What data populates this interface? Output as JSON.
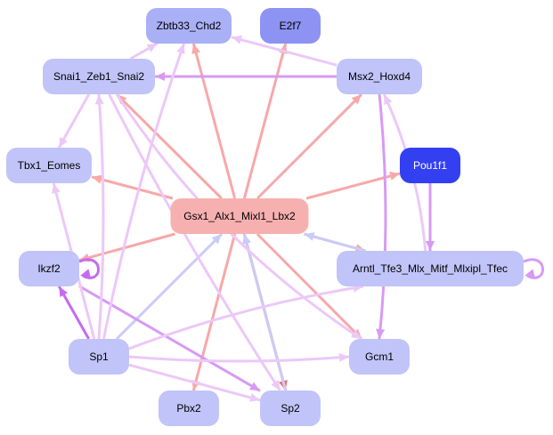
{
  "colors": {
    "node_light": "#c0c4f8",
    "node_mid": "#a9b0f6",
    "node_dark": "#8c93f2",
    "node_blue": "#3340f2",
    "node_hub": "#f7b0b0",
    "text_dark": "#000000",
    "text_light": "#ffffff",
    "edge_pink": "#f7a8a8",
    "edge_red": "#f06c6c",
    "edge_lilac": "#ecc8f8",
    "edge_violet": "#d79af4",
    "edge_purple": "#c66af0",
    "edge_blue": "#c9ccf8"
  },
  "nodes": [
    {
      "id": "zbtb33_chd2",
      "label": "Zbtb33_Chd2",
      "color": "node_mid"
    },
    {
      "id": "e2f7",
      "label": "E2f7",
      "color": "node_dark"
    },
    {
      "id": "snai1_zeb1_snai2",
      "label": "Snai1_Zeb1_Snai2",
      "color": "node_light"
    },
    {
      "id": "msx2_hoxd4",
      "label": "Msx2_Hoxd4",
      "color": "node_light"
    },
    {
      "id": "tbx1_eomes",
      "label": "Tbx1_Eomes",
      "color": "node_light"
    },
    {
      "id": "pou1f1",
      "label": "Pou1f1",
      "color": "node_blue",
      "text": "text_light"
    },
    {
      "id": "gsx1_hub",
      "label": "Gsx1_Alx1_Mixl1_Lbx2",
      "color": "node_hub"
    },
    {
      "id": "ikzf2",
      "label": "Ikzf2",
      "color": "node_light"
    },
    {
      "id": "arntl_tfe3",
      "label": "Arntl_Tfe3_Mlx_Mitf_Mlxipl_Tfec",
      "color": "node_light"
    },
    {
      "id": "sp1",
      "label": "Sp1",
      "color": "node_light"
    },
    {
      "id": "gcm1",
      "label": "Gcm1",
      "color": "node_light"
    },
    {
      "id": "pbx2",
      "label": "Pbx2",
      "color": "node_light"
    },
    {
      "id": "sp2",
      "label": "Sp2",
      "color": "node_light"
    }
  ],
  "edges": [
    {
      "from": "gsx1_hub",
      "to": "zbtb33_chd2",
      "color": "edge_pink"
    },
    {
      "from": "gsx1_hub",
      "to": "e2f7",
      "color": "edge_pink"
    },
    {
      "from": "gsx1_hub",
      "to": "snai1_zeb1_snai2",
      "color": "edge_pink"
    },
    {
      "from": "gsx1_hub",
      "to": "msx2_hoxd4",
      "color": "edge_pink"
    },
    {
      "from": "gsx1_hub",
      "to": "tbx1_eomes",
      "color": "edge_pink"
    },
    {
      "from": "gsx1_hub",
      "to": "pou1f1",
      "color": "edge_pink"
    },
    {
      "from": "gsx1_hub",
      "to": "ikzf2",
      "color": "edge_pink"
    },
    {
      "from": "gsx1_hub",
      "to": "arntl_tfe3",
      "color": "edge_pink"
    },
    {
      "from": "gsx1_hub",
      "to": "gcm1",
      "color": "edge_pink"
    },
    {
      "from": "gsx1_hub",
      "to": "pbx2",
      "color": "edge_pink"
    },
    {
      "from": "gsx1_hub",
      "to": "sp2",
      "color": "edge_red"
    },
    {
      "from": "sp2",
      "to": "gsx1_hub",
      "color": "edge_blue"
    },
    {
      "from": "sp1",
      "to": "gsx1_hub",
      "color": "edge_blue"
    },
    {
      "from": "arntl_tfe3",
      "to": "gsx1_hub",
      "color": "edge_blue"
    },
    {
      "from": "msx2_hoxd4",
      "to": "snai1_zeb1_snai2",
      "color": "edge_violet"
    },
    {
      "from": "msx2_hoxd4",
      "to": "zbtb33_chd2",
      "color": "edge_lilac"
    },
    {
      "from": "msx2_hoxd4",
      "to": "gcm1",
      "color": "edge_violet"
    },
    {
      "from": "snai1_zeb1_snai2",
      "to": "zbtb33_chd2",
      "color": "edge_lilac"
    },
    {
      "from": "snai1_zeb1_snai2",
      "to": "tbx1_eomes",
      "color": "edge_lilac"
    },
    {
      "from": "snai1_zeb1_snai2",
      "to": "sp2",
      "color": "edge_lilac"
    },
    {
      "from": "snai1_zeb1_snai2",
      "to": "gcm1",
      "color": "edge_lilac"
    },
    {
      "from": "pou1f1",
      "to": "arntl_tfe3",
      "color": "edge_violet"
    },
    {
      "from": "arntl_tfe3",
      "to": "msx2_hoxd4",
      "color": "edge_lilac"
    },
    {
      "from": "arntl_tfe3",
      "to": "arntl_tfe3",
      "color": "edge_violet"
    },
    {
      "from": "ikzf2",
      "to": "ikzf2",
      "color": "edge_purple"
    },
    {
      "from": "ikzf2",
      "to": "sp2",
      "color": "edge_violet"
    },
    {
      "from": "sp1",
      "to": "ikzf2",
      "color": "edge_purple"
    },
    {
      "from": "sp1",
      "to": "tbx1_eomes",
      "color": "edge_lilac"
    },
    {
      "from": "sp1",
      "to": "snai1_zeb1_snai2",
      "color": "edge_lilac"
    },
    {
      "from": "sp1",
      "to": "zbtb33_chd2",
      "color": "edge_lilac"
    },
    {
      "from": "sp1",
      "to": "arntl_tfe3",
      "color": "edge_lilac"
    },
    {
      "from": "sp1",
      "to": "gcm1",
      "color": "edge_lilac"
    },
    {
      "from": "sp1",
      "to": "sp2",
      "color": "edge_lilac"
    }
  ]
}
